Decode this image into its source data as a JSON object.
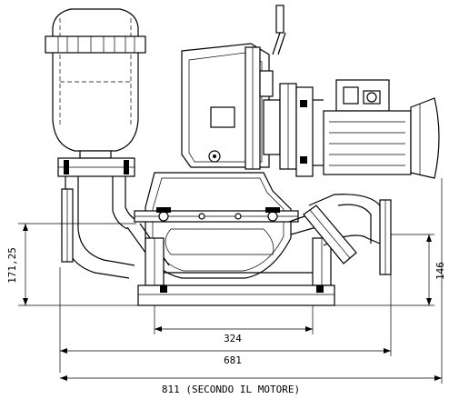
{
  "drawing": {
    "dimensions": {
      "inlet_height": "171,25",
      "outlet_height": "146",
      "base_width": "324",
      "flange_to_flange": "681",
      "overall_length": "811 (SECONDO IL MOTORE)"
    },
    "motor": {
      "terminal_box": "terminal-box",
      "fan_cover": "fan-cover"
    }
  }
}
